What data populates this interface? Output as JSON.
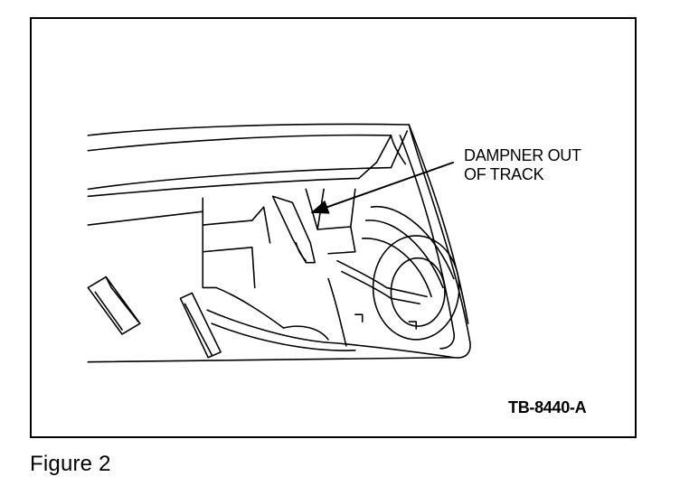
{
  "figure": {
    "callout": "DAMPNER OUT\nOF TRACK",
    "code": "TB-8440-A",
    "caption": "Figure 2"
  },
  "colors": {
    "line": "#000000",
    "background": "#ffffff"
  }
}
